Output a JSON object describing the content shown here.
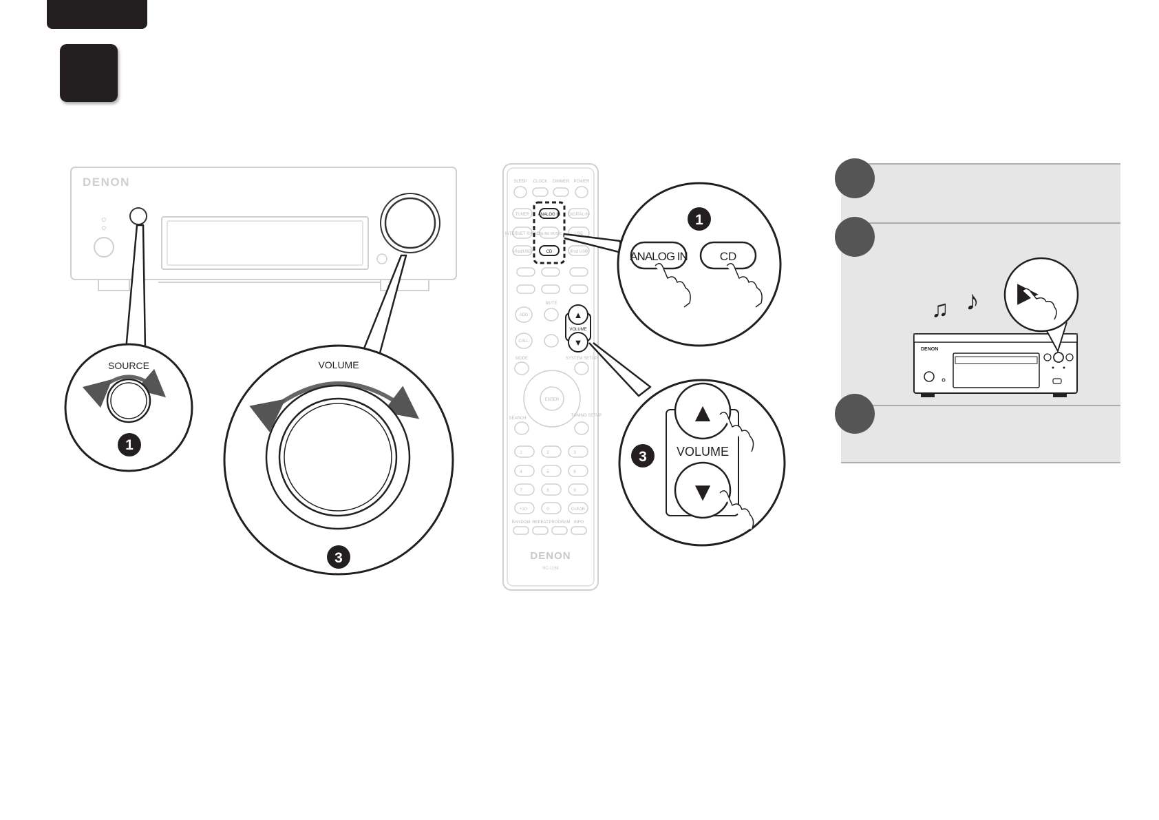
{
  "brand": "DENON",
  "receiver": {
    "source_label": "SOURCE",
    "volume_label": "VOLUME",
    "step_1": "1",
    "step_3": "3"
  },
  "remote": {
    "brand": "DENON",
    "model": "RC-1168",
    "top_buttons": [
      "SLEEP",
      "CLOCK",
      "DIMMER",
      "POWER"
    ],
    "row2": [
      "TUNER",
      "ANALOG IN",
      "DIGITAL IN"
    ],
    "row3": [
      "INTERNET RADIO",
      "ONLINE MUSIC",
      "USB"
    ],
    "row4": [
      "iPod/USB",
      "CD",
      "iPod USB"
    ],
    "small_volume": "VOLUME",
    "mode_labels": [
      "MODE",
      "SYSTEM SETUP"
    ],
    "enter_label": "ENTER",
    "search_label": "SEARCH",
    "setup_label": "TUNING SETUP",
    "mute_label": "MUTE",
    "add_label": "ADD",
    "call_label": "CALL",
    "numbers": [
      "1",
      "2",
      "3",
      "4",
      "5",
      "6",
      "7",
      "8",
      "9",
      "+10",
      "0",
      "CLEAR"
    ],
    "bottom_labels": [
      "RANDOM",
      "REPEAT",
      "PROGRAM",
      "INFO"
    ]
  },
  "callout_input": {
    "step": "1",
    "analog_label": "ANALOG IN",
    "cd_label": "CD"
  },
  "callout_volume": {
    "step": "3",
    "label": "VOLUME",
    "up_symbol": "▲",
    "down_symbol": "▼"
  },
  "player": {
    "brand": "DENON",
    "play_symbol": "▶",
    "notes": [
      "♫",
      "♪"
    ]
  },
  "colors": {
    "dark": "#231f20",
    "panel": "#e6e6e6",
    "faint": "#c8c8c8"
  }
}
